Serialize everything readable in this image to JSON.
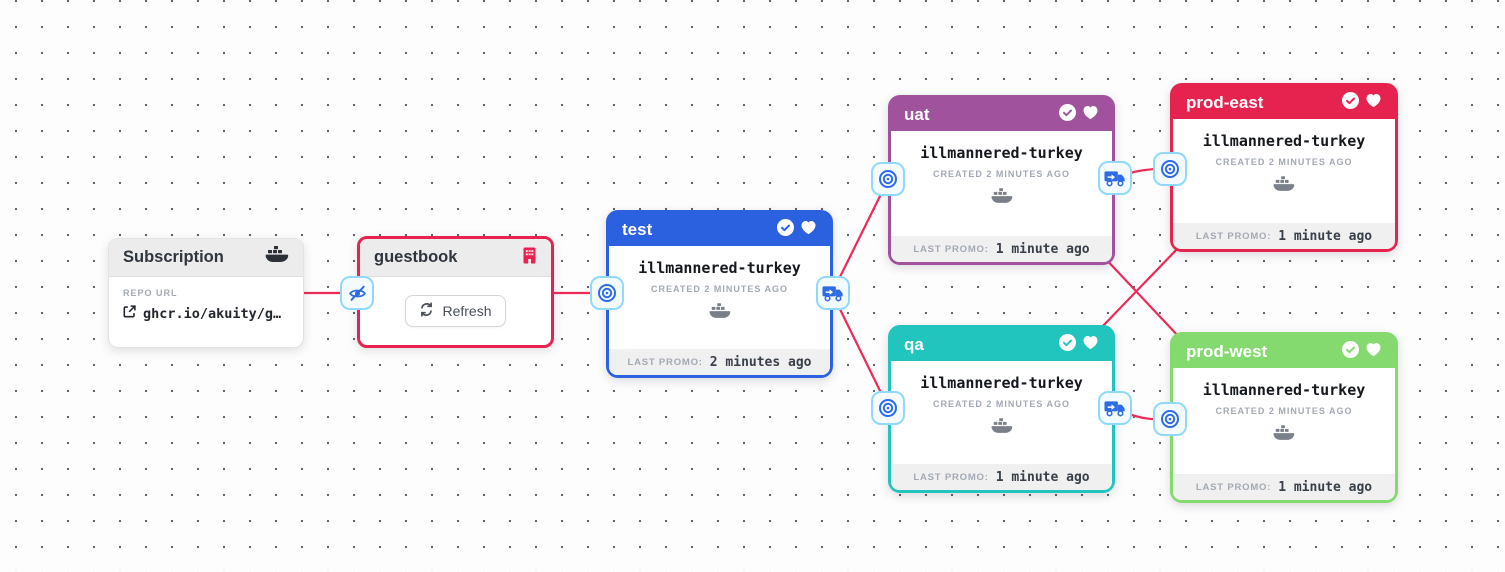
{
  "colors": {
    "edge": "#ee2a58",
    "chip_border": "#90d9f9",
    "chip_bg": "#f4fbff",
    "chip_icon": "#2f6be4",
    "warehouse_accent": "#e82151"
  },
  "subscription": {
    "title": "Subscription",
    "repo_label": "REPO URL",
    "repo_value": "ghcr.io/akuity/g…"
  },
  "warehouse": {
    "title": "guestbook",
    "refresh_label": "Refresh"
  },
  "stages": [
    {
      "name": "test",
      "color": "#2b60de",
      "freight": "illmannered-turkey",
      "created": "CREATED 2 MINUTES AGO",
      "promo_label": "LAST PROMO:",
      "promo_value": "2 minutes ago"
    },
    {
      "name": "uat",
      "color": "#a0529c",
      "freight": "illmannered-turkey",
      "created": "CREATED 2 MINUTES AGO",
      "promo_label": "LAST PROMO:",
      "promo_value": "1 minute ago"
    },
    {
      "name": "qa",
      "color": "#21c5bd",
      "freight": "illmannered-turkey",
      "created": "CREATED 2 MINUTES AGO",
      "promo_label": "LAST PROMO:",
      "promo_value": "1 minute ago"
    },
    {
      "name": "prod-east",
      "color": "#e5234e",
      "freight": "illmannered-turkey",
      "created": "CREATED 2 MINUTES AGO",
      "promo_label": "LAST PROMO:",
      "promo_value": "1 minute ago"
    },
    {
      "name": "prod-west",
      "color": "#84da6e",
      "freight": "illmannered-turkey",
      "created": "CREATED 2 MINUTES AGO",
      "promo_label": "LAST PROMO:",
      "promo_value": "1 minute ago"
    }
  ]
}
